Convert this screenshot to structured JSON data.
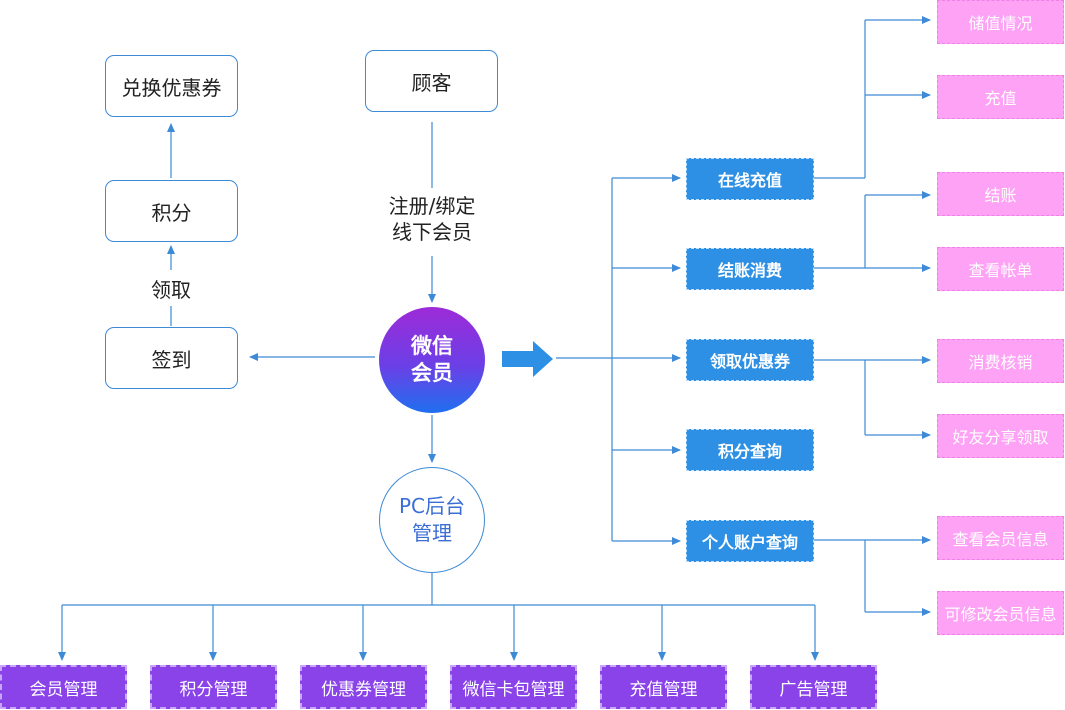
{
  "customer": "顾客",
  "register_label": [
    "注册/绑定",
    "线下会员"
  ],
  "member": [
    "微信",
    "会员"
  ],
  "pc_backend": [
    "PC后台",
    "管理"
  ],
  "left_flow": {
    "redeem": "兑换优惠券",
    "points": "积分",
    "claim_label": "领取",
    "checkin": "签到"
  },
  "functions": [
    "在线充值",
    "结账消费",
    "领取优惠券",
    "积分查询",
    "个人账户查询"
  ],
  "sub_items": {
    "recharge": [
      "储值情况",
      "充值"
    ],
    "checkout": [
      "结账",
      "查看帐单"
    ],
    "coupon": [
      "消费核销",
      "好友分享领取"
    ],
    "account": [
      "查看会员信息",
      "可修改会员信息"
    ]
  },
  "admin_modules": [
    "会员管理",
    "积分管理",
    "优惠券管理",
    "微信卡包管理",
    "充值管理",
    "广告管理"
  ],
  "colors": {
    "line": "#3d8ad6",
    "function_box": "#2e90e4",
    "sub_box": "#fda2f5",
    "admin_box": "#8a43e8"
  }
}
